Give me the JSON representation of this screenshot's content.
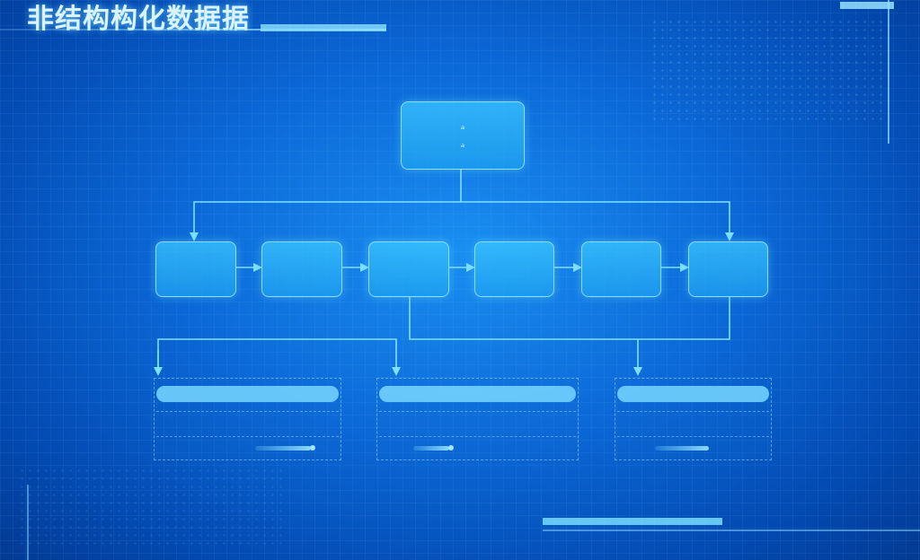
{
  "header": {
    "title": "非结构构化数据据"
  },
  "top_node": {
    "line1": "ₐ",
    "line2": "ₐ"
  },
  "process_nodes": [
    {
      "line1": "",
      "line2": ""
    },
    {
      "line1": "",
      "line2": ""
    },
    {
      "line1": "",
      "line2": ""
    },
    {
      "line1": "",
      "line2": ""
    },
    {
      "line1": "",
      "line2": ""
    },
    {
      "line1": "",
      "line2": ""
    }
  ],
  "panels": [
    {
      "title": "",
      "row1": "",
      "row2": "",
      "row2_right": ""
    },
    {
      "title": "",
      "row1": "",
      "row2": "",
      "row2_right": ""
    },
    {
      "title": "",
      "row1": "",
      "row2": "",
      "row2_right": ""
    }
  ],
  "colors": {
    "background": "#0b67d6",
    "accent": "#5fd0ff",
    "node_fill": "#2fb4f5"
  }
}
